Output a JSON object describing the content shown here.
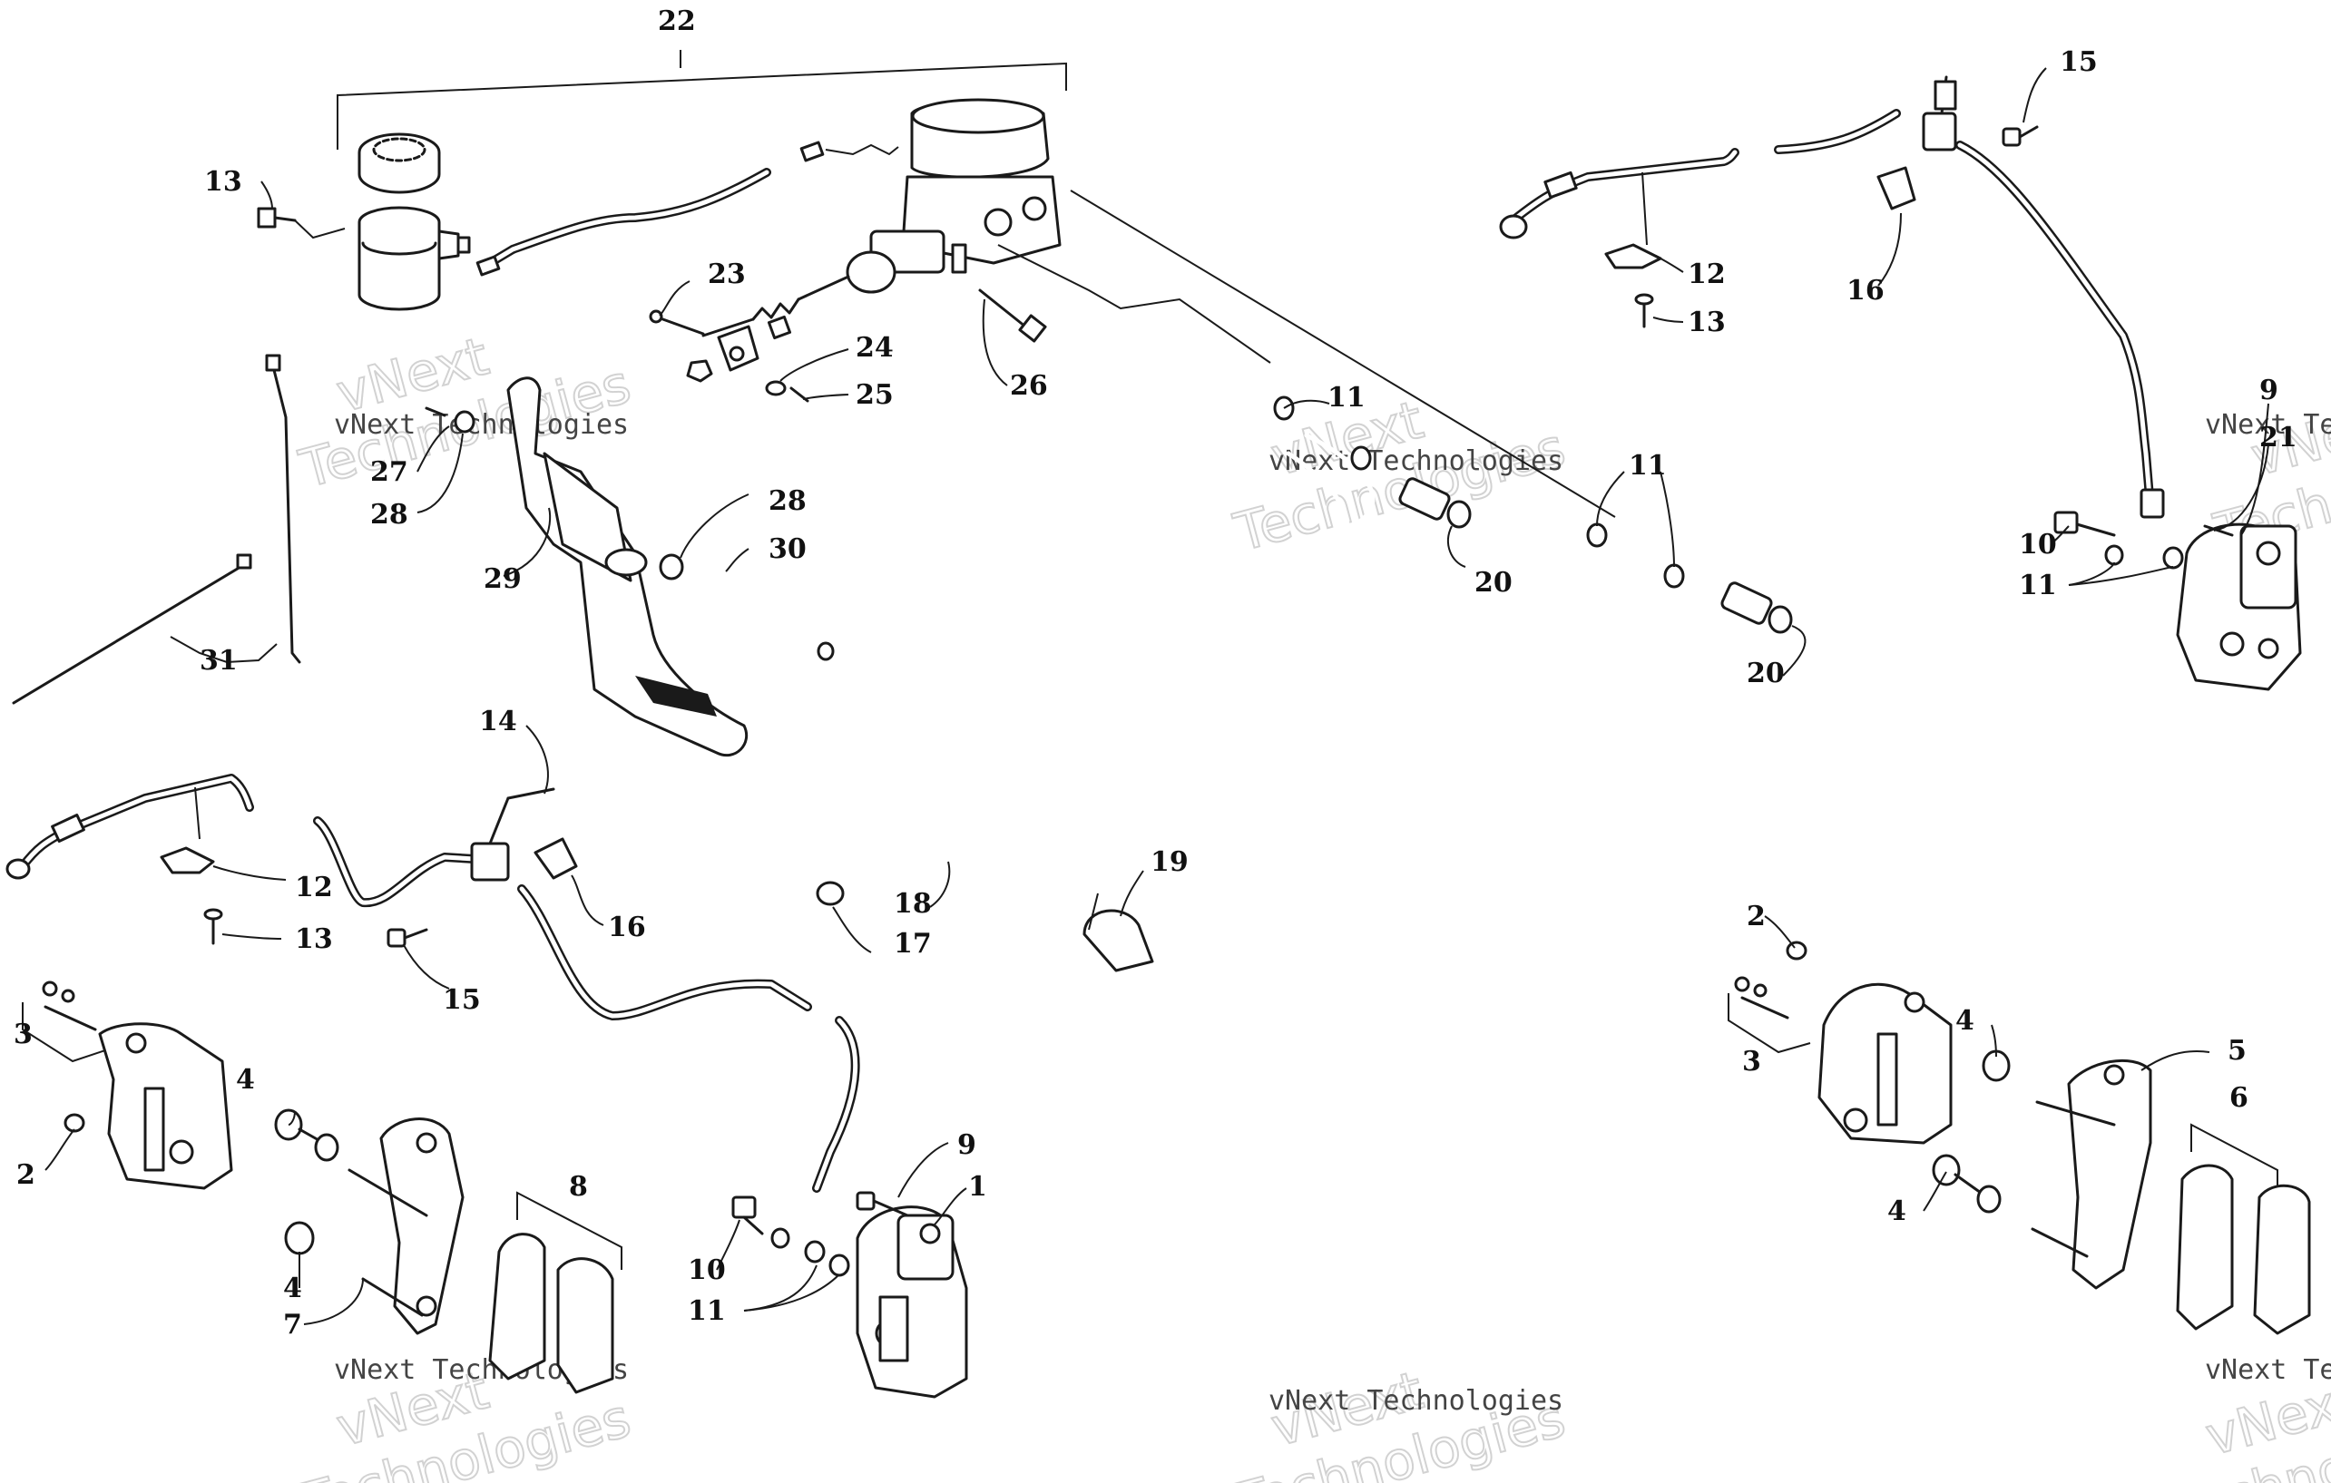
{
  "callouts": [
    {
      "num": "1"
    },
    {
      "num": "2"
    },
    {
      "num": "2"
    },
    {
      "num": "2"
    },
    {
      "num": "3"
    },
    {
      "num": "3"
    },
    {
      "num": "4"
    },
    {
      "num": "4"
    },
    {
      "num": "4"
    },
    {
      "num": "4"
    },
    {
      "num": "5"
    },
    {
      "num": "6"
    },
    {
      "num": "7"
    },
    {
      "num": "8"
    },
    {
      "num": "9"
    },
    {
      "num": "9"
    },
    {
      "num": "10"
    },
    {
      "num": "10"
    },
    {
      "num": "11"
    },
    {
      "num": "11"
    },
    {
      "num": "11"
    },
    {
      "num": "11"
    },
    {
      "num": "12"
    },
    {
      "num": "12"
    },
    {
      "num": "13"
    },
    {
      "num": "13"
    },
    {
      "num": "13"
    },
    {
      "num": "14"
    },
    {
      "num": "15"
    },
    {
      "num": "15"
    },
    {
      "num": "16"
    },
    {
      "num": "16"
    },
    {
      "num": "17"
    },
    {
      "num": "18"
    },
    {
      "num": "19"
    },
    {
      "num": "20"
    },
    {
      "num": "20"
    },
    {
      "num": "21"
    },
    {
      "num": "22"
    },
    {
      "num": "23"
    },
    {
      "num": "24"
    },
    {
      "num": "25"
    },
    {
      "num": "26"
    },
    {
      "num": "27"
    },
    {
      "num": "28"
    },
    {
      "num": "28"
    },
    {
      "num": "29"
    },
    {
      "num": "30"
    },
    {
      "num": "31"
    }
  ],
  "watermark": {
    "line1": "vNext",
    "line2": "Technologies",
    "caption": "vNext Technologies"
  }
}
